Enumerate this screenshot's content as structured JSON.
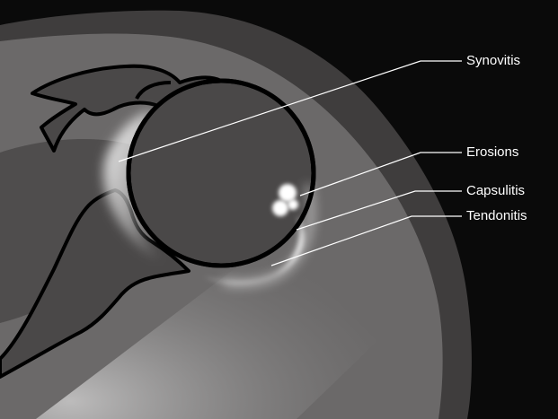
{
  "colors": {
    "background": "#0a0a0a",
    "outer_tissue": "#3f3d3d",
    "soft_tissue": "#6b6969",
    "bone": "#4a4848",
    "outline": "#000000",
    "highlight": "#ffffff",
    "label_text": "#ffffff"
  },
  "labels": {
    "synovitis": "Synovitis",
    "erosions": "Erosions",
    "capsulitis": "Capsulitis",
    "tendonitis": "Tendonitis"
  }
}
